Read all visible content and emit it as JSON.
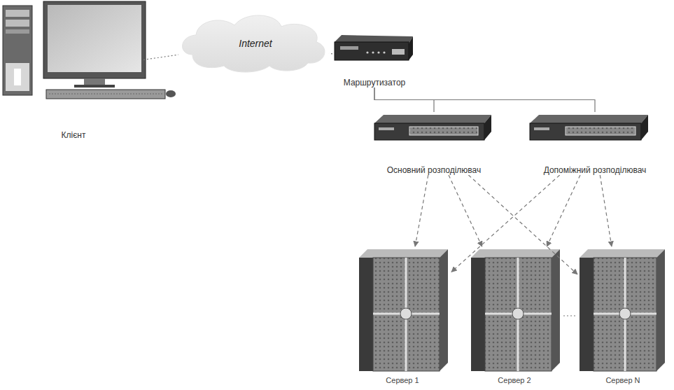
{
  "diagram": {
    "nodes": [
      {
        "text": [
          "Клієнт"
        ]
      },
      {
        "text": [
          "Internet"
        ]
      },
      {
        "text": [
          "Маршрутизатор"
        ]
      },
      {
        "text": [
          "Основний розподілювач"
        ]
      },
      {
        "text": [
          "Допоміжний розподілювач"
        ]
      },
      {
        "text": [
          "Сервер 1"
        ]
      },
      {
        "text": [
          "Сервер 2"
        ]
      },
      {
        "text": [
          "Сервер N"
        ]
      }
    ],
    "edges": [
      {
        "from": 0,
        "to": 1,
        "arrow": "none"
      },
      {
        "from": 1,
        "to": 2,
        "arrow": "none"
      },
      {
        "from": 2,
        "to": 3,
        "arrow": "none"
      },
      {
        "from": 2,
        "to": 4,
        "arrow": "none"
      },
      {
        "from": 3,
        "to": 5,
        "arrow": "to"
      },
      {
        "from": 3,
        "to": 6,
        "arrow": "to"
      },
      {
        "from": 3,
        "to": 7,
        "arrow": "to"
      },
      {
        "from": 4,
        "to": 5,
        "arrow": "to"
      },
      {
        "from": 4,
        "to": 6,
        "arrow": "to"
      },
      {
        "from": 4,
        "to": 7,
        "arrow": "to"
      },
      {
        "from": 6,
        "to": 7,
        "arrow": "none"
      }
    ]
  }
}
